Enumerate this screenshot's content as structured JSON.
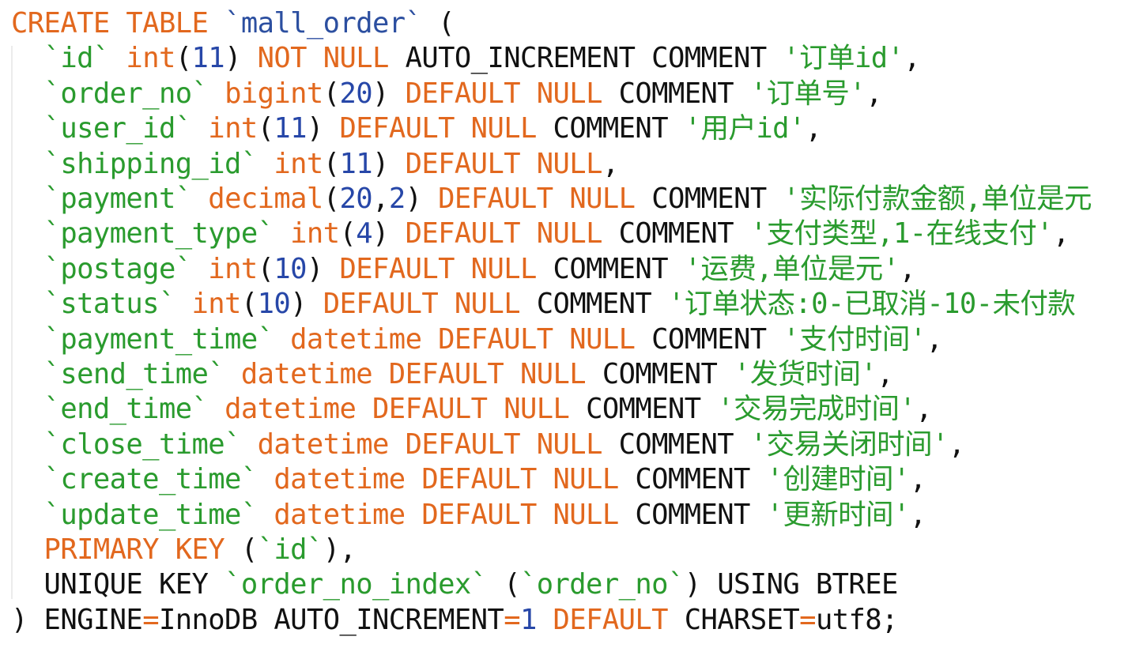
{
  "colors": {
    "background": "#ffffff",
    "keyword": "#e2681e",
    "plain": "#111111",
    "identifier": "#2a9b2e",
    "string": "#2a9b2e",
    "number": "#2747a8",
    "table_name": "#2c4fa0"
  },
  "code": {
    "language": "sql",
    "lines": [
      {
        "tokens": [
          {
            "t": "kw",
            "v": "CREATE TABLE "
          },
          {
            "t": "tbl",
            "v": "`mall_order`"
          },
          {
            "t": "pl",
            "v": " ("
          }
        ]
      },
      {
        "tokens": [
          {
            "t": "pl",
            "v": "  "
          },
          {
            "t": "id",
            "v": "`id`"
          },
          {
            "t": "pl",
            "v": " "
          },
          {
            "t": "kw",
            "v": "int"
          },
          {
            "t": "pl",
            "v": "("
          },
          {
            "t": "num",
            "v": "11"
          },
          {
            "t": "pl",
            "v": ") "
          },
          {
            "t": "kw",
            "v": "NOT NULL"
          },
          {
            "t": "pl",
            "v": " AUTO_INCREMENT COMMENT "
          },
          {
            "t": "str",
            "v": "'订单id'"
          },
          {
            "t": "pl",
            "v": ","
          }
        ]
      },
      {
        "tokens": [
          {
            "t": "pl",
            "v": "  "
          },
          {
            "t": "id",
            "v": "`order_no`"
          },
          {
            "t": "pl",
            "v": " "
          },
          {
            "t": "kw",
            "v": "bigint"
          },
          {
            "t": "pl",
            "v": "("
          },
          {
            "t": "num",
            "v": "20"
          },
          {
            "t": "pl",
            "v": ") "
          },
          {
            "t": "kw",
            "v": "DEFAULT NULL"
          },
          {
            "t": "pl",
            "v": " COMMENT "
          },
          {
            "t": "str",
            "v": "'订单号'"
          },
          {
            "t": "pl",
            "v": ","
          }
        ]
      },
      {
        "tokens": [
          {
            "t": "pl",
            "v": "  "
          },
          {
            "t": "id",
            "v": "`user_id`"
          },
          {
            "t": "pl",
            "v": " "
          },
          {
            "t": "kw",
            "v": "int"
          },
          {
            "t": "pl",
            "v": "("
          },
          {
            "t": "num",
            "v": "11"
          },
          {
            "t": "pl",
            "v": ") "
          },
          {
            "t": "kw",
            "v": "DEFAULT NULL"
          },
          {
            "t": "pl",
            "v": " COMMENT "
          },
          {
            "t": "str",
            "v": "'用户id'"
          },
          {
            "t": "pl",
            "v": ","
          }
        ]
      },
      {
        "tokens": [
          {
            "t": "pl",
            "v": "  "
          },
          {
            "t": "id",
            "v": "`shipping_id`"
          },
          {
            "t": "pl",
            "v": " "
          },
          {
            "t": "kw",
            "v": "int"
          },
          {
            "t": "pl",
            "v": "("
          },
          {
            "t": "num",
            "v": "11"
          },
          {
            "t": "pl",
            "v": ") "
          },
          {
            "t": "kw",
            "v": "DEFAULT NULL"
          },
          {
            "t": "pl",
            "v": ","
          }
        ]
      },
      {
        "tokens": [
          {
            "t": "pl",
            "v": "  "
          },
          {
            "t": "id",
            "v": "`payment`"
          },
          {
            "t": "pl",
            "v": " "
          },
          {
            "t": "kw",
            "v": "decimal"
          },
          {
            "t": "pl",
            "v": "("
          },
          {
            "t": "num",
            "v": "20"
          },
          {
            "t": "pl",
            "v": ","
          },
          {
            "t": "num",
            "v": "2"
          },
          {
            "t": "pl",
            "v": ") "
          },
          {
            "t": "kw",
            "v": "DEFAULT NULL"
          },
          {
            "t": "pl",
            "v": " COMMENT "
          },
          {
            "t": "str",
            "v": "'实际付款金额,单位是元"
          }
        ]
      },
      {
        "tokens": [
          {
            "t": "pl",
            "v": "  "
          },
          {
            "t": "id",
            "v": "`payment_type`"
          },
          {
            "t": "pl",
            "v": " "
          },
          {
            "t": "kw",
            "v": "int"
          },
          {
            "t": "pl",
            "v": "("
          },
          {
            "t": "num",
            "v": "4"
          },
          {
            "t": "pl",
            "v": ") "
          },
          {
            "t": "kw",
            "v": "DEFAULT NULL"
          },
          {
            "t": "pl",
            "v": " COMMENT "
          },
          {
            "t": "str",
            "v": "'支付类型,1-在线支付'"
          },
          {
            "t": "pl",
            "v": ","
          }
        ]
      },
      {
        "tokens": [
          {
            "t": "pl",
            "v": "  "
          },
          {
            "t": "id",
            "v": "`postage`"
          },
          {
            "t": "pl",
            "v": " "
          },
          {
            "t": "kw",
            "v": "int"
          },
          {
            "t": "pl",
            "v": "("
          },
          {
            "t": "num",
            "v": "10"
          },
          {
            "t": "pl",
            "v": ") "
          },
          {
            "t": "kw",
            "v": "DEFAULT NULL"
          },
          {
            "t": "pl",
            "v": " COMMENT "
          },
          {
            "t": "str",
            "v": "'运费,单位是元'"
          },
          {
            "t": "pl",
            "v": ","
          }
        ]
      },
      {
        "tokens": [
          {
            "t": "pl",
            "v": "  "
          },
          {
            "t": "id",
            "v": "`status`"
          },
          {
            "t": "pl",
            "v": " "
          },
          {
            "t": "kw",
            "v": "int"
          },
          {
            "t": "pl",
            "v": "("
          },
          {
            "t": "num",
            "v": "10"
          },
          {
            "t": "pl",
            "v": ") "
          },
          {
            "t": "kw",
            "v": "DEFAULT NULL"
          },
          {
            "t": "pl",
            "v": " COMMENT "
          },
          {
            "t": "str",
            "v": "'订单状态:0-已取消-10-未付款"
          }
        ]
      },
      {
        "tokens": [
          {
            "t": "pl",
            "v": "  "
          },
          {
            "t": "id",
            "v": "`payment_time`"
          },
          {
            "t": "pl",
            "v": " "
          },
          {
            "t": "kw",
            "v": "datetime DEFAULT NULL"
          },
          {
            "t": "pl",
            "v": " COMMENT "
          },
          {
            "t": "str",
            "v": "'支付时间'"
          },
          {
            "t": "pl",
            "v": ","
          }
        ]
      },
      {
        "tokens": [
          {
            "t": "pl",
            "v": "  "
          },
          {
            "t": "id",
            "v": "`send_time`"
          },
          {
            "t": "pl",
            "v": " "
          },
          {
            "t": "kw",
            "v": "datetime DEFAULT NULL"
          },
          {
            "t": "pl",
            "v": " COMMENT "
          },
          {
            "t": "str",
            "v": "'发货时间'"
          },
          {
            "t": "pl",
            "v": ","
          }
        ]
      },
      {
        "tokens": [
          {
            "t": "pl",
            "v": "  "
          },
          {
            "t": "id",
            "v": "`end_time`"
          },
          {
            "t": "pl",
            "v": " "
          },
          {
            "t": "kw",
            "v": "datetime DEFAULT NULL"
          },
          {
            "t": "pl",
            "v": " COMMENT "
          },
          {
            "t": "str",
            "v": "'交易完成时间'"
          },
          {
            "t": "pl",
            "v": ","
          }
        ]
      },
      {
        "tokens": [
          {
            "t": "pl",
            "v": "  "
          },
          {
            "t": "id",
            "v": "`close_time`"
          },
          {
            "t": "pl",
            "v": " "
          },
          {
            "t": "kw",
            "v": "datetime DEFAULT NULL"
          },
          {
            "t": "pl",
            "v": " COMMENT "
          },
          {
            "t": "str",
            "v": "'交易关闭时间'"
          },
          {
            "t": "pl",
            "v": ","
          }
        ]
      },
      {
        "tokens": [
          {
            "t": "pl",
            "v": "  "
          },
          {
            "t": "id",
            "v": "`create_time`"
          },
          {
            "t": "pl",
            "v": " "
          },
          {
            "t": "kw",
            "v": "datetime DEFAULT NULL"
          },
          {
            "t": "pl",
            "v": " COMMENT "
          },
          {
            "t": "str",
            "v": "'创建时间'"
          },
          {
            "t": "pl",
            "v": ","
          }
        ]
      },
      {
        "tokens": [
          {
            "t": "pl",
            "v": "  "
          },
          {
            "t": "id",
            "v": "`update_time`"
          },
          {
            "t": "pl",
            "v": " "
          },
          {
            "t": "kw",
            "v": "datetime DEFAULT NULL"
          },
          {
            "t": "pl",
            "v": " COMMENT "
          },
          {
            "t": "str",
            "v": "'更新时间'"
          },
          {
            "t": "pl",
            "v": ","
          }
        ]
      },
      {
        "tokens": [
          {
            "t": "pl",
            "v": "  "
          },
          {
            "t": "kw",
            "v": "PRIMARY KEY"
          },
          {
            "t": "pl",
            "v": " ("
          },
          {
            "t": "id",
            "v": "`id`"
          },
          {
            "t": "pl",
            "v": "),"
          }
        ]
      },
      {
        "tokens": [
          {
            "t": "pl",
            "v": "  UNIQUE KEY "
          },
          {
            "t": "id",
            "v": "`order_no_index`"
          },
          {
            "t": "pl",
            "v": " ("
          },
          {
            "t": "id",
            "v": "`order_no`"
          },
          {
            "t": "pl",
            "v": ") USING BTREE"
          }
        ]
      },
      {
        "tokens": [
          {
            "t": "pl",
            "v": ") ENGINE"
          },
          {
            "t": "kw",
            "v": "="
          },
          {
            "t": "pl",
            "v": "InnoDB AUTO_INCREMENT"
          },
          {
            "t": "kw",
            "v": "="
          },
          {
            "t": "num",
            "v": "1"
          },
          {
            "t": "pl",
            "v": " "
          },
          {
            "t": "kw",
            "v": "DEFAULT"
          },
          {
            "t": "pl",
            "v": " CHARSET"
          },
          {
            "t": "kw",
            "v": "="
          },
          {
            "t": "pl",
            "v": "utf8;"
          }
        ]
      }
    ]
  }
}
